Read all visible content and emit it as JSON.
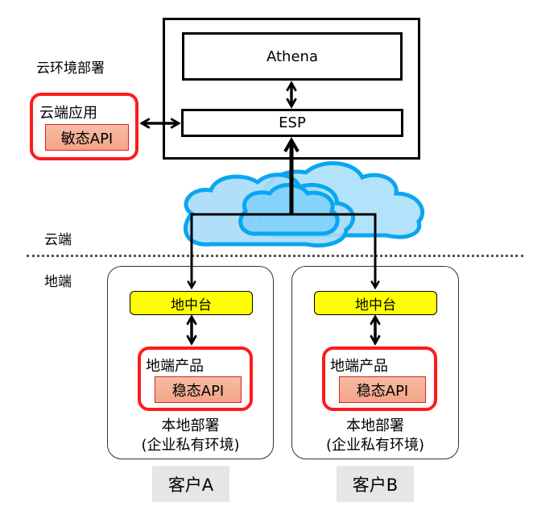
{
  "cloud_section": {
    "title": "云环境部署",
    "cloud_label": "云端",
    "ground_label": "地端",
    "platform": {
      "athena_label": "Athena",
      "esp_label": "ESP"
    },
    "cloud_app": {
      "title": "云端应用",
      "api_label": "敏态API"
    }
  },
  "sites": [
    {
      "middle_platform_label": "地中台",
      "product_title": "地端产品",
      "api_label": "稳态API",
      "deployment_line1": "本地部署",
      "deployment_line2": "(企业私有环境)",
      "customer_label": "客户A"
    },
    {
      "middle_platform_label": "地中台",
      "product_title": "地端产品",
      "api_label": "稳态API",
      "deployment_line1": "本地部署",
      "deployment_line2": "(企业私有环境)",
      "customer_label": "客户B"
    }
  ],
  "colors": {
    "cloud_fill": "#b3e3fb",
    "cloud_stroke": "#0aa6f0",
    "red_border": "#ff1a1a",
    "api_fill": "#f5b09a",
    "middle_platform_fill": "#ffff00",
    "customer_fill": "#e6e6e6"
  }
}
